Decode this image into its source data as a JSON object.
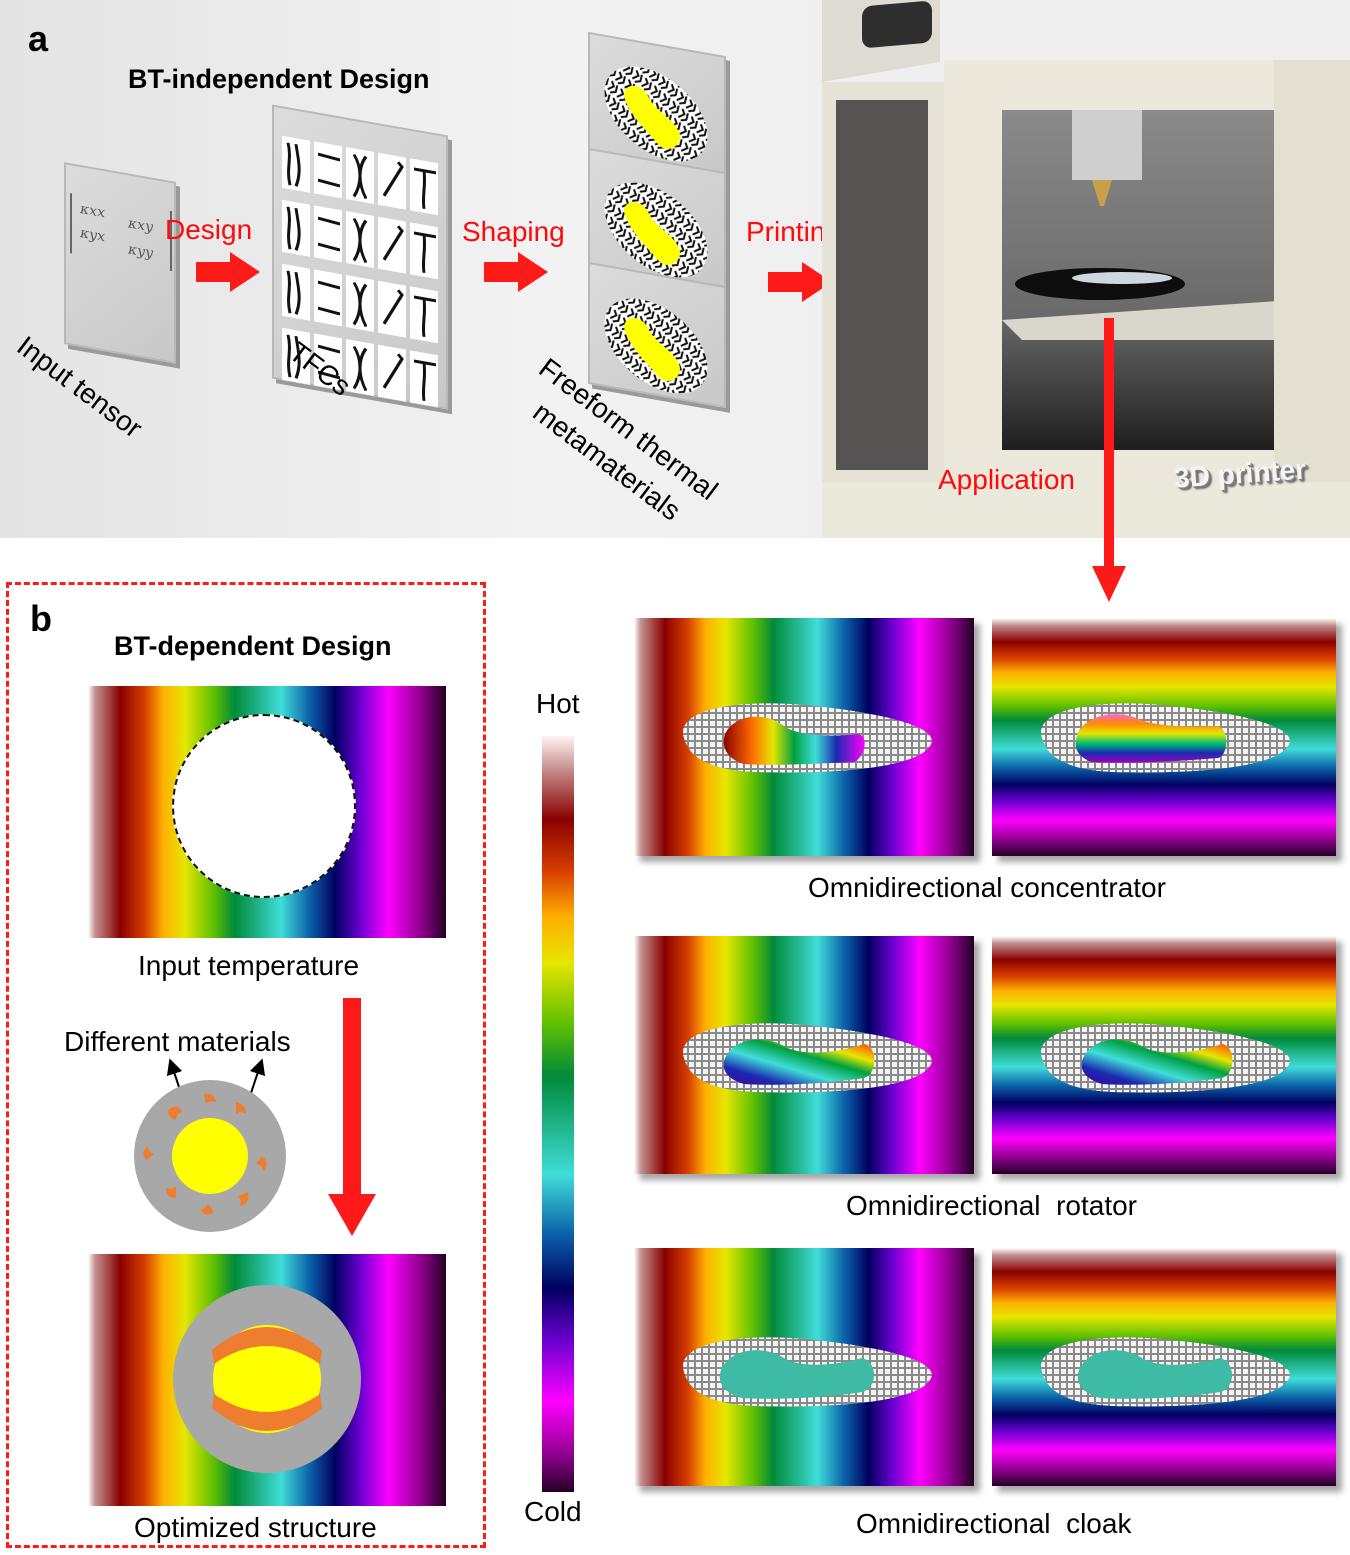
{
  "panel_a": {
    "letter": "a",
    "title": "BT-independent Design",
    "steps": [
      "Design",
      "Shaping",
      "Printing"
    ],
    "input_label": "Input tensor",
    "tensor": {
      "k11": "κxx",
      "k12": "κxy",
      "k21": "κyx",
      "k22": "κyy"
    },
    "tfc_label": "TFCs",
    "freeform_line1": "Freeform thermal",
    "freeform_line2": "metamaterials",
    "printer_label": "3D printer",
    "application_label": "Application"
  },
  "panel_b": {
    "letter": "b",
    "title": "BT-dependent Design",
    "input_caption": "Input temperature",
    "materials_label": "Different materials",
    "output_caption": "Optimized structure"
  },
  "colorbar": {
    "top_label": "Hot",
    "bottom_label": "Cold"
  },
  "results": {
    "concentrator_caption": "Omnidirectional concentrator",
    "rotator_caption": "Omnidirectional  rotator",
    "cloak_caption": "Omnidirectional  cloak"
  },
  "colors": {
    "accent_red": "#ff1a1a",
    "inner_yellow": "#ffff00",
    "material_orange": "#ef7d30",
    "cloak_teal": "#3dbba5"
  }
}
